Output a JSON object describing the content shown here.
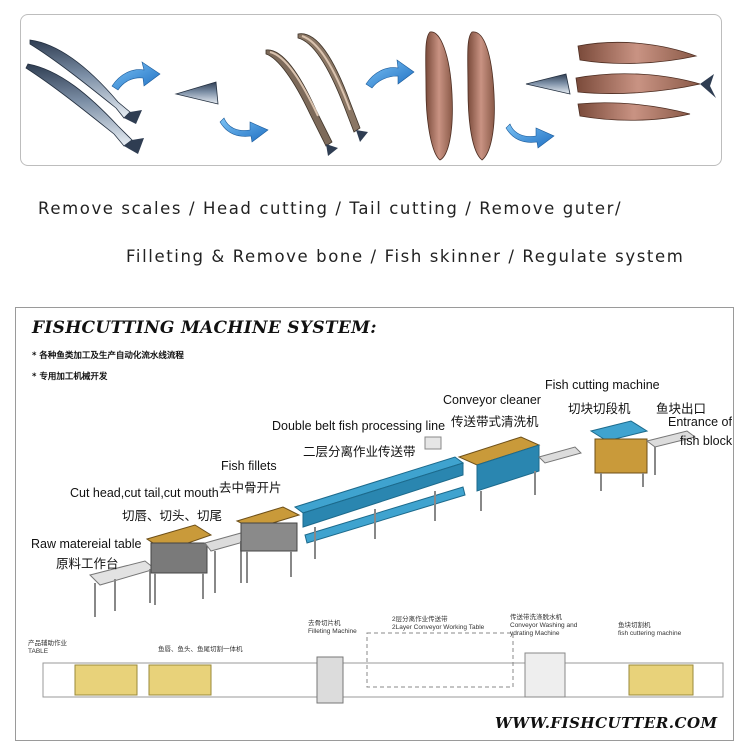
{
  "process_caption": {
    "line1": "Remove scales / Head cutting / Tail cutting / Remove guter/",
    "line2": "Filleting & Remove bone / Fish skinner / Regulate system"
  },
  "system": {
    "title": "FISHCUTTING MACHINE SYSTEM:",
    "notes": [
      "* 各种鱼类加工及生产自动化流水线流程",
      "* 专用加工机械开发"
    ],
    "labels": {
      "raw_table_en": "Raw matereial table",
      "raw_table_cn": "原料工作台",
      "cut_head_en": "Cut head,cut tail,cut mouth",
      "cut_head_cn": "切唇、切头、切尾",
      "fish_fillets_en": "Fish fillets",
      "fish_fillets_cn": "去中骨开片",
      "double_belt_en": "Double belt fish processing line",
      "double_belt_cn": "二层分离作业传送带",
      "conveyor_cleaner_en": "Conveyor cleaner",
      "conveyor_cleaner_cn": "传送带式清洗机",
      "cutting_machine_en": "Fish cutting machine",
      "cutting_machine_cn": "切块切段机",
      "exit_cn": "鱼块出口",
      "entrance_en_1": "Entrance of",
      "entrance_en_2": "fish block"
    },
    "layout_labels": {
      "aux_table_cn": "产品辅助作业",
      "aux_table_en": "TABLE",
      "head_cut_cn": "鱼唇、鱼头、鱼尾切割一体机",
      "filleting_cn": "去骨切片机",
      "filleting_en": "Filleting Machine",
      "conveyor_table_cn": "2层分离作业传送带",
      "conveyor_table_en": "2Layer Conveyor Working Table",
      "washing_cn": "传送带洗涤脱水机",
      "washing_en_1": "Conveyor Washing and",
      "washing_en_2": "ydrating Machine",
      "fish_cutting_cn": "鱼块切割机",
      "fish_cutting_en": "fish cuttering machine"
    },
    "website": "WWW.FISHCUTTER.COM"
  },
  "colors": {
    "arrow_blue": "#2a8fe0",
    "machine_blue": "#3fa3cf",
    "machine_gold": "#c99a3a",
    "frame_grey": "#8e8e8e"
  }
}
